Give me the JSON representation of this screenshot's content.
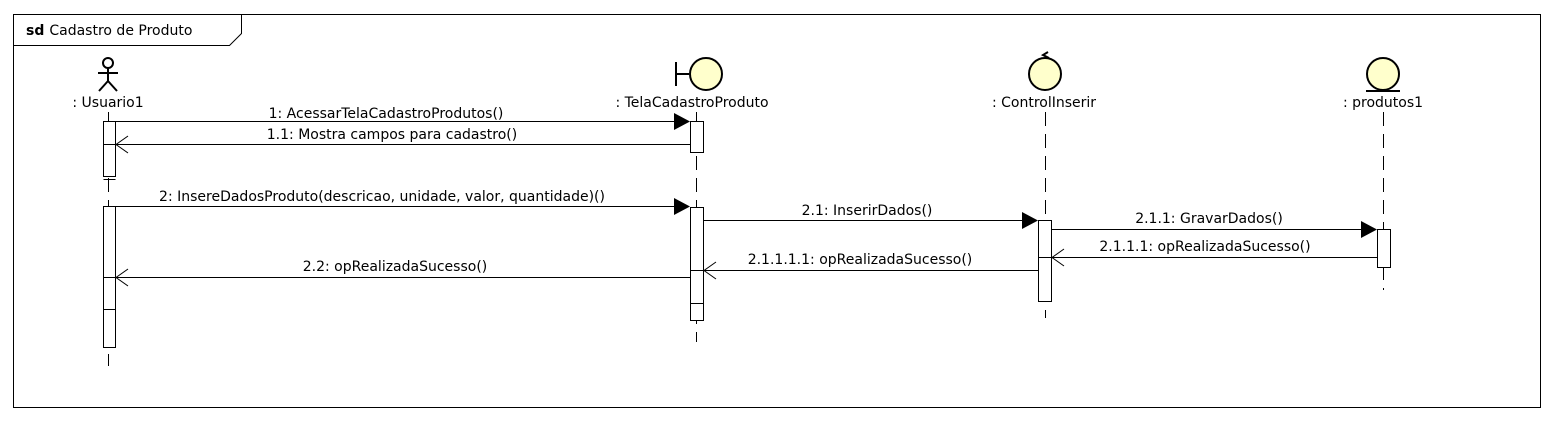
{
  "colors": {
    "line": "#000000",
    "participant_fill": "#FFFFCC",
    "activation_fill": "#FFFFFF",
    "background": "#FFFFFF"
  },
  "frame": {
    "keyword": "sd",
    "title": "Cadastro de Produto"
  },
  "participants": [
    {
      "id": "usuario",
      "kind": "actor",
      "icon": "actor-icon",
      "label": ": Usuario1"
    },
    {
      "id": "tela",
      "kind": "boundary",
      "icon": "boundary-icon",
      "label": ": TelaCadastroProduto"
    },
    {
      "id": "control",
      "kind": "control",
      "icon": "control-icon",
      "label": ": ControlInserir"
    },
    {
      "id": "produtos",
      "kind": "entity",
      "icon": "entity-icon",
      "label": ": produtos1"
    }
  ],
  "messages": [
    {
      "id": "m1",
      "label": "1: AcessarTelaCadastroProdutos()",
      "from": "usuario",
      "to": "tela",
      "type": "sync"
    },
    {
      "id": "m1_1",
      "label": "1.1: Mostra campos para cadastro()",
      "from": "tela",
      "to": "usuario",
      "type": "return"
    },
    {
      "id": "m2",
      "label": "2: InsereDadosProduto(descricao, unidade, valor, quantidade)()",
      "from": "usuario",
      "to": "tela",
      "type": "sync"
    },
    {
      "id": "m2_1",
      "label": "2.1: InserirDados()",
      "from": "tela",
      "to": "control",
      "type": "sync"
    },
    {
      "id": "m2_1_1",
      "label": "2.1.1: GravarDados()",
      "from": "control",
      "to": "produtos",
      "type": "sync"
    },
    {
      "id": "m2_1_1_1",
      "label": "2.1.1.1: opRealizadaSucesso()",
      "from": "produtos",
      "to": "control",
      "type": "return"
    },
    {
      "id": "m2_1_1_1_1",
      "label": "2.1.1.1.1: opRealizadaSucesso()",
      "from": "control",
      "to": "tela",
      "type": "return"
    },
    {
      "id": "m2_2",
      "label": "2.2: opRealizadaSucesso()",
      "from": "tela",
      "to": "usuario",
      "type": "return"
    }
  ]
}
